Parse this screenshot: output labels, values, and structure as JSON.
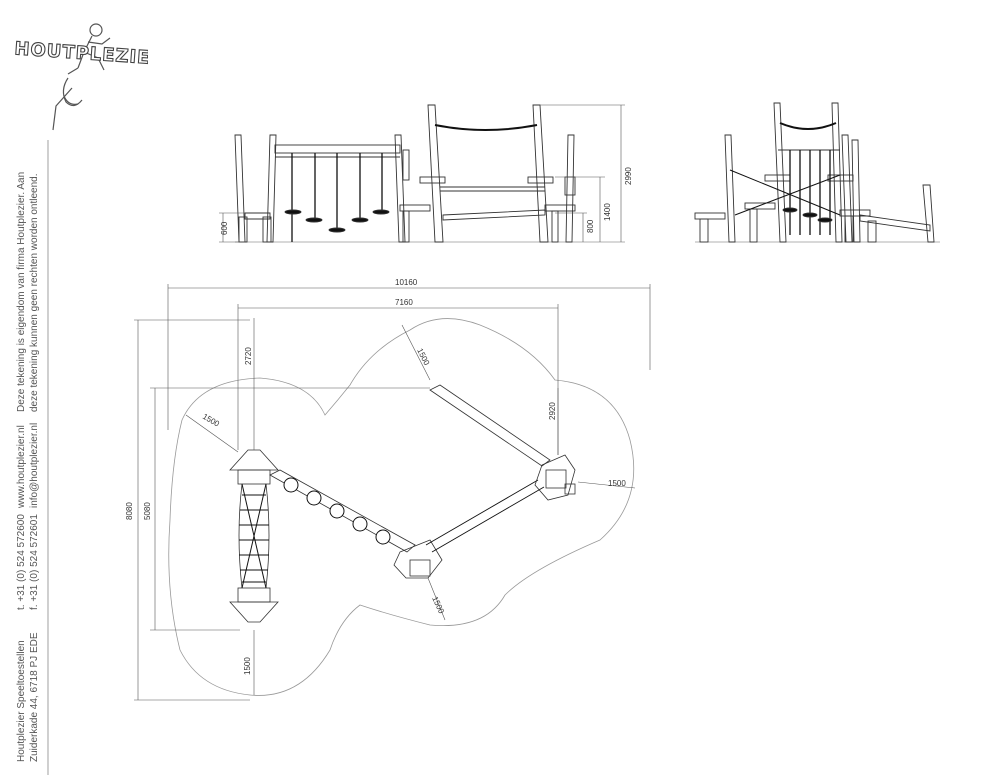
{
  "brand": {
    "logo_text": "HOUTPLEZIER"
  },
  "sidebar": {
    "company_name": "Houtplezier Speeltoestellen",
    "address": "Zuiderkade 44, 6718 PJ EDE",
    "phone": "t. +31 (0) 524 572600",
    "fax": "f. +31 (0) 524 572601",
    "website": "www.houtplezier.nl",
    "email": "info@houtplezier.nl",
    "disclaimer_line1": "Deze tekening is eigendom van firma Houtplezier. Aan",
    "disclaimer_line2": "deze tekening kunnen geen rechten worden ontleend."
  },
  "elevation_dims": {
    "platform_600": "600",
    "height_800": "800",
    "height_1400": "1400",
    "height_2990": "2990"
  },
  "plan_dims": {
    "total_width": "10160",
    "inner_width": "7160",
    "total_depth": "8080",
    "inner_depth": "5080",
    "offset_2720": "2720",
    "offset_2920": "2920",
    "zone_left": "1500",
    "zone_top": "1500",
    "zone_right": "1500",
    "zone_bottom_mid": "1500",
    "zone_bottom": "1500"
  },
  "colors": {
    "line": "#333333",
    "zone": "#999999",
    "text": "#555555"
  }
}
